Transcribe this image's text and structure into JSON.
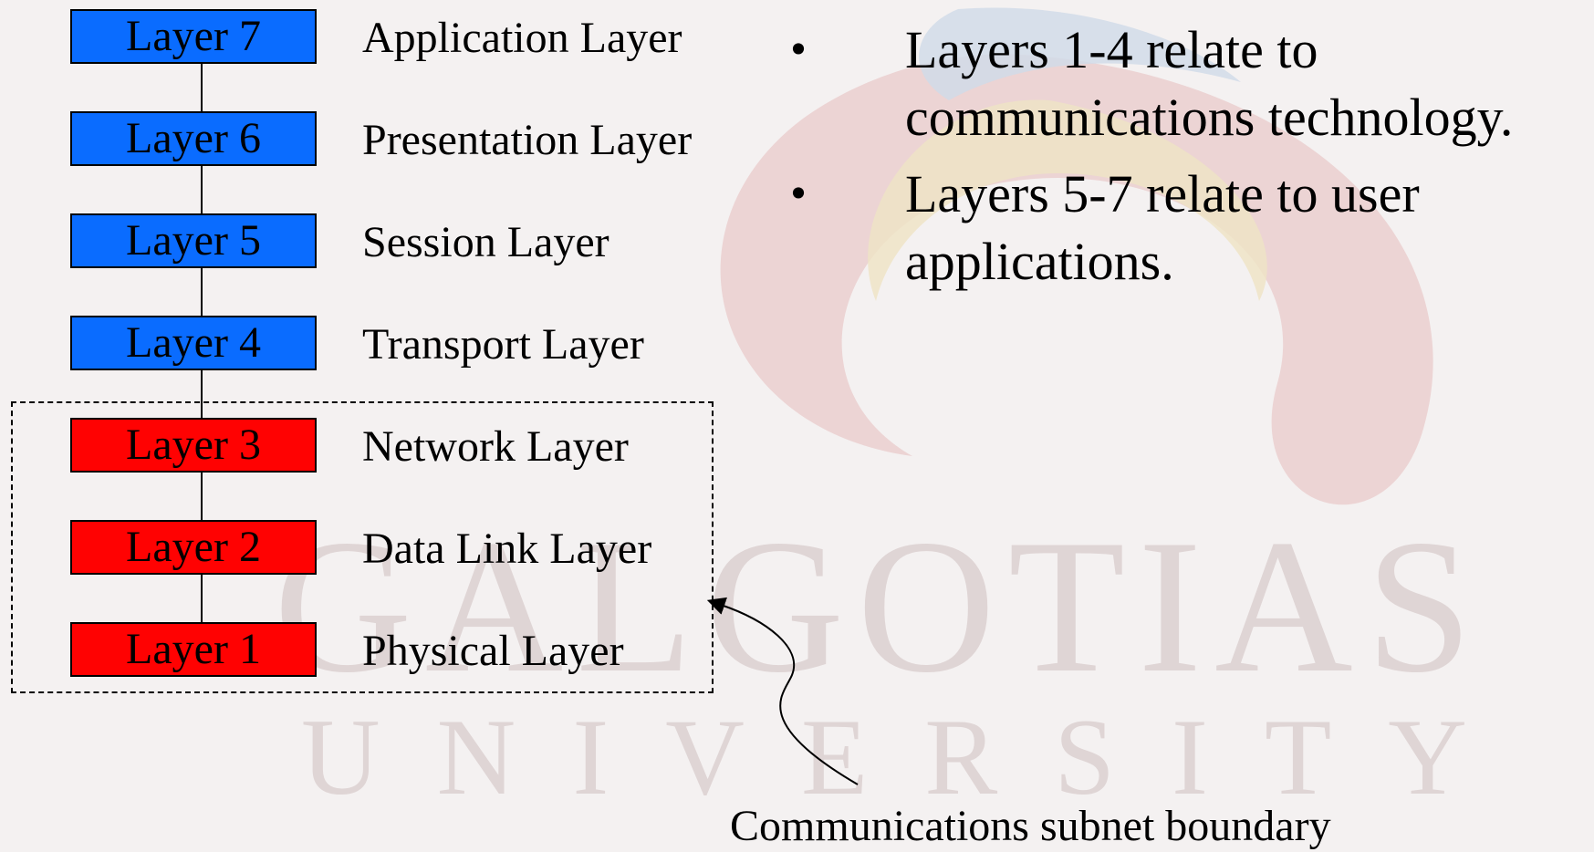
{
  "watermark": {
    "line1": "GALGOTIAS",
    "line2": "UNIVERSITY"
  },
  "osi_stack": [
    {
      "box_label": "Layer 7",
      "name": "Application Layer",
      "color": "#0a6cff"
    },
    {
      "box_label": "Layer 6",
      "name": "Presentation Layer",
      "color": "#0a6cff"
    },
    {
      "box_label": "Layer 5",
      "name": "Session Layer",
      "color": "#0a6cff"
    },
    {
      "box_label": "Layer 4",
      "name": "Transport Layer",
      "color": "#0a6cff"
    },
    {
      "box_label": "Layer 3",
      "name": "Network Layer",
      "color": "#ff0202"
    },
    {
      "box_label": "Layer 2",
      "name": "Data Link Layer",
      "color": "#ff0202"
    },
    {
      "box_label": "Layer 1",
      "name": "Physical Layer",
      "color": "#ff0202"
    }
  ],
  "bullets": [
    {
      "marker": "•",
      "text": "Layers 1-4 relate to communications technology."
    },
    {
      "marker": "•",
      "text": "Layers 5-7 relate to user applications."
    }
  ],
  "subnet_caption": "Communications subnet boundary"
}
